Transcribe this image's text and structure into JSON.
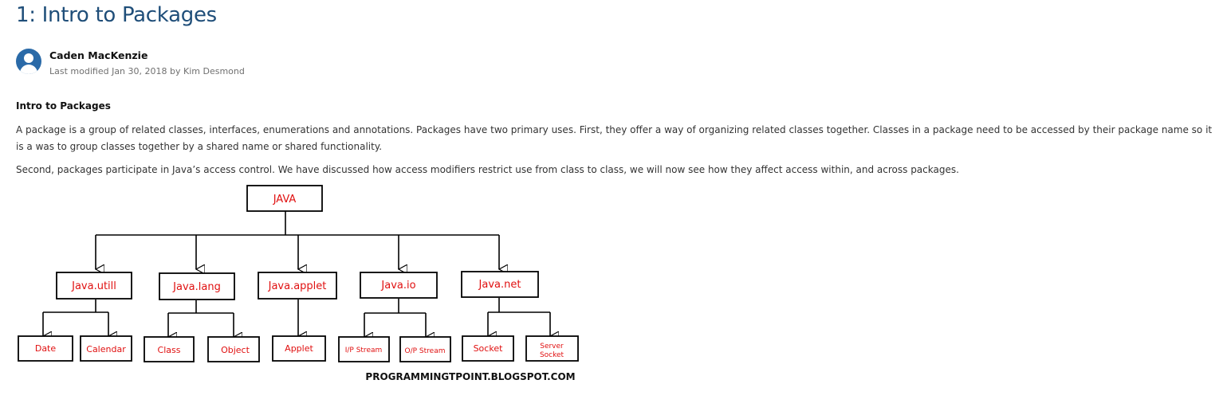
{
  "page": {
    "title": "1: Intro to Packages",
    "author": "Caden MacKenzie",
    "modified": "Last modified Jan 30, 2018 by Kim Desmond"
  },
  "content": {
    "heading": "Intro to Packages",
    "paragraphs": [
      "A package is a group of related classes, interfaces, enumerations and annotations. Packages have two primary uses. First, they offer a way of organizing related classes together. Classes in a package need to be accessed by their package name so it is a was to group classes together by a shared name or shared functionality.",
      "Second, packages participate in Java’s access control. We have discussed how access modifiers restrict use from class to class, we will now see how they affect access within, and across packages."
    ]
  },
  "diagram": {
    "root": "JAVA",
    "packages": [
      "Java.utill",
      "Java.lang",
      "Java.applet",
      "Java.io",
      "Java.net"
    ],
    "classes": [
      "Date",
      "Calendar",
      "Class",
      "Object",
      "Applet",
      "I/P Stream",
      "O/P Stream",
      "Socket",
      "Server Socket"
    ],
    "server_socket_lines": [
      "Server",
      "Socket"
    ],
    "watermark": "PROGRAMMINGTPOINT.BLOGSPOT.COM",
    "text_color": "#e01010"
  }
}
